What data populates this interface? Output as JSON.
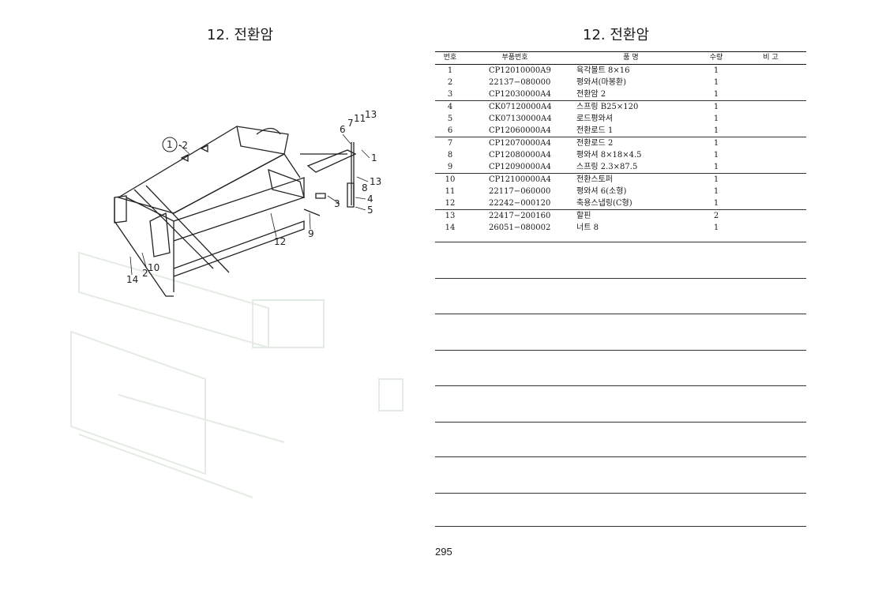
{
  "left_title": "12. 전환암",
  "right_title": "12. 전환암",
  "page_number": "295",
  "diagram": {
    "callouts": [
      "1",
      "2",
      "3",
      "4",
      "5",
      "6",
      "7",
      "8",
      "9",
      "10",
      "11",
      "12",
      "13",
      "13",
      "14",
      "1"
    ],
    "assembly_label": "-2"
  },
  "table": {
    "headers": [
      "번호",
      "부품번호",
      "품 명",
      "수량",
      "비 고"
    ],
    "rows": [
      {
        "no": "1",
        "part": "CP12010000A9",
        "name": "육각볼트 8×16",
        "qty": "1",
        "note": ""
      },
      {
        "no": "2",
        "part": "22137−080000",
        "name": "평와셔(마봉환)",
        "qty": "1",
        "note": ""
      },
      {
        "no": "3",
        "part": "CP12030000A4",
        "name": "전환암 2",
        "qty": "1",
        "note": ""
      },
      {
        "no": "4",
        "part": "CK07120000A4",
        "name": "스프링 B25×120",
        "qty": "1",
        "note": ""
      },
      {
        "no": "5",
        "part": "CK07130000A4",
        "name": "로드평와셔",
        "qty": "1",
        "note": ""
      },
      {
        "no": "6",
        "part": "CP12060000A4",
        "name": "전환로드 1",
        "qty": "1",
        "note": ""
      },
      {
        "no": "7",
        "part": "CP12070000A4",
        "name": "전환로드 2",
        "qty": "1",
        "note": ""
      },
      {
        "no": "8",
        "part": "CP12080000A4",
        "name": "평와셔 8×18×4.5",
        "qty": "1",
        "note": ""
      },
      {
        "no": "9",
        "part": "CP12090000A4",
        "name": "스프링 2.3×87.5",
        "qty": "1",
        "note": ""
      },
      {
        "no": "10",
        "part": "CP12100000A4",
        "name": "전환스토퍼",
        "qty": "1",
        "note": ""
      },
      {
        "no": "11",
        "part": "22117−060000",
        "name": "평와셔 6(소형)",
        "qty": "1",
        "note": ""
      },
      {
        "no": "12",
        "part": "22242−000120",
        "name": "축용스냅링(C형)",
        "qty": "1",
        "note": ""
      },
      {
        "no": "13",
        "part": "22417−200160",
        "name": "할핀",
        "qty": "2",
        "note": ""
      },
      {
        "no": "14",
        "part": "26051−080002",
        "name": "너트 8",
        "qty": "1",
        "note": ""
      }
    ]
  }
}
